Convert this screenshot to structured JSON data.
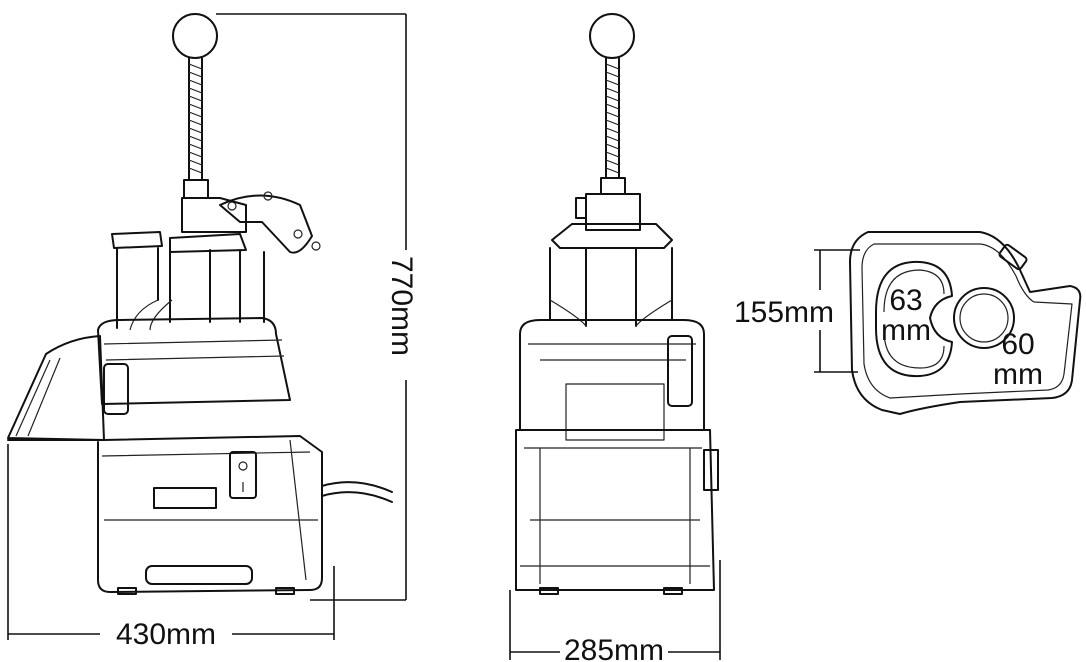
{
  "dimensions": {
    "height_label": "770mm",
    "side_width_label": "430mm",
    "front_width_label": "285mm",
    "chute_height_label": "155mm",
    "large_hole_label_a": "63",
    "large_hole_label_b": "mm",
    "small_hole_label_a": "60",
    "small_hole_label_b": "mm"
  },
  "colors": {
    "line": "#111111",
    "background": "#ffffff"
  }
}
